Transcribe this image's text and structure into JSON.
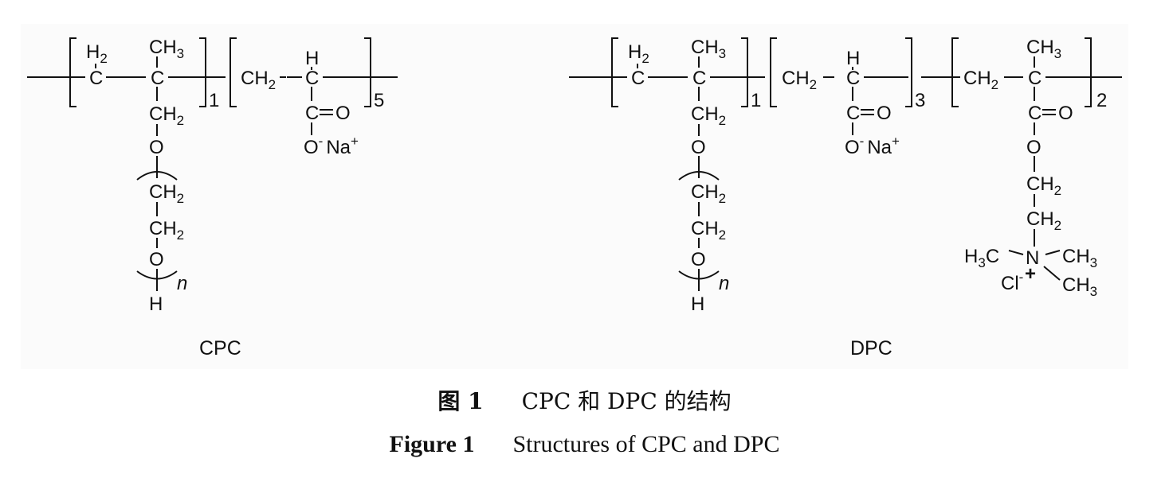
{
  "structures": {
    "cpc": {
      "name": "CPC",
      "repeat_1": "1",
      "repeat_2": "5",
      "peg_repeat": "n",
      "counter_ion": "Na"
    },
    "dpc": {
      "name": "DPC",
      "repeat_1": "1",
      "repeat_2": "3",
      "repeat_3": "2",
      "peg_repeat": "n",
      "counter_ion": "Na",
      "anion": "Cl"
    }
  },
  "captions": {
    "cn_label": "图 1",
    "cn_text": "CPC 和 DPC 的结构",
    "en_label": "Figure 1",
    "en_text": "Structures of CPC and DPC"
  }
}
